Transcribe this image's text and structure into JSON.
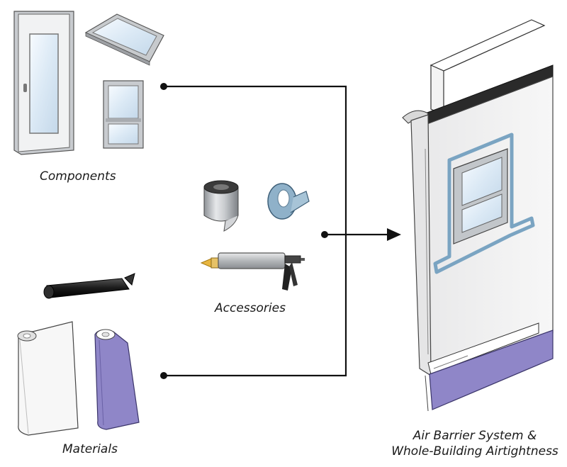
{
  "labels": {
    "components": "Components",
    "accessories": "Accessories",
    "materials": "Materials",
    "system_line1": "Air Barrier System &",
    "system_line2": "Whole-Building Airtightness"
  },
  "colors": {
    "line": "#111111",
    "gray_frame": "#b9bcc1",
    "glass": "#dceaf6",
    "membrane_purple": "#8f86c8",
    "tape_blue": "#8fb1c9",
    "wall": "#f2f2f2",
    "black_roll": "#1e1e1e"
  },
  "icons": {
    "door": "door-icon",
    "skylight": "skylight-icon",
    "window": "window-icon",
    "foil_tape": "foil-tape-roll-icon",
    "blue_tape": "blue-tape-roll-icon",
    "caulk_gun": "caulk-gun-icon",
    "black_roll": "black-membrane-roll-icon",
    "white_roll": "white-membrane-roll-icon",
    "purple_roll": "purple-membrane-roll-icon",
    "building": "building-wall-section-icon"
  }
}
